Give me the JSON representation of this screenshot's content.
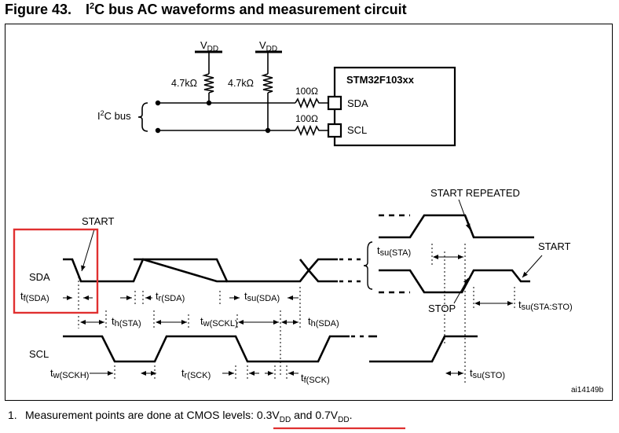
{
  "figure": {
    "number": "Figure 43.",
    "title_pre": "I",
    "title_sup": "2",
    "title_post": "C bus AC waveforms and measurement circuit"
  },
  "circuit": {
    "vdd_main": "V",
    "vdd_sub": "DD",
    "r1": "4.7kΩ",
    "r2": "4.7kΩ",
    "r_sda": "100Ω",
    "r_scl": "100Ω",
    "bus_pre": "I",
    "bus_sup": "2",
    "bus_post": "C bus",
    "chip": "STM32F103xx",
    "pin_sda": "SDA",
    "pin_scl": "SCL"
  },
  "timing": {
    "sda_label": "SDA",
    "scl_label": "SCL",
    "start": "START",
    "start_repeated": "START REPEATED",
    "start_right": "START",
    "stop": "STOP",
    "params": {
      "tf_sda": {
        "main": "t",
        "sub": "f(SDA)"
      },
      "tr_sda": {
        "main": "t",
        "sub": "r(SDA)"
      },
      "tsu_sda": {
        "main": "t",
        "sub": "su(SDA)"
      },
      "tsu_sta": {
        "main": "t",
        "sub": "su(STA)"
      },
      "tsu_sta_sto": {
        "main": "t",
        "sub": "su(STA:STO)"
      },
      "th_sta": {
        "main": "t",
        "sub": "h(STA)"
      },
      "tw_sckl": {
        "main": "t",
        "sub": "w(SCKL)"
      },
      "th_sda": {
        "main": "t",
        "sub": "h(SDA)"
      },
      "tw_sckh": {
        "main": "t",
        "sub": "w(SCKH)"
      },
      "tr_sck": {
        "main": "t",
        "sub": "r(SCK)"
      },
      "tf_sck": {
        "main": "t",
        "sub": "f(SCK)"
      },
      "tsu_sto": {
        "main": "t",
        "sub": "su(STO)"
      }
    },
    "ref": "ai14149b"
  },
  "footnote": {
    "num": "1.",
    "text": "Measurement points are done at CMOS levels: ",
    "v1_main": "0.3V",
    "v1_sub": "DD",
    "and": " and ",
    "v2_main": "0.7V",
    "v2_sub": "DD",
    "end": "."
  },
  "colors": {
    "line": "#000000",
    "highlight": "#e03030"
  }
}
